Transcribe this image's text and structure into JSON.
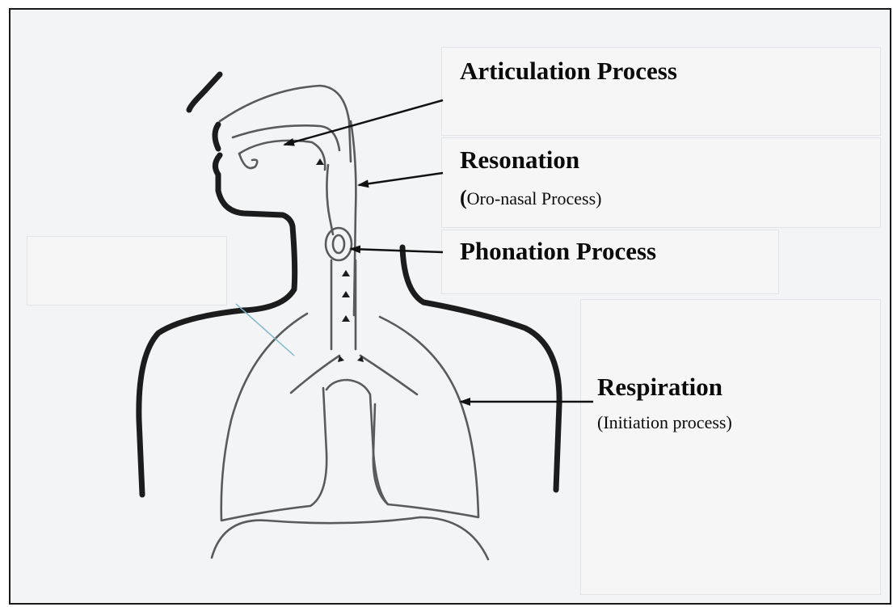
{
  "labels": {
    "articulation": "Articulation Process",
    "resonation": "Resonation",
    "resonation_open_paren": "(",
    "resonation_sub": "Oro-nasal Process)",
    "phonation": "Phonation Process",
    "respiration": "Respiration",
    "respiration_sub": "(Initiation process)"
  },
  "colors": {
    "outline": "#1c1c1c",
    "organ_line": "#5a5a5a",
    "arrow": "#111111",
    "stray_line": "#7fb6cc"
  }
}
